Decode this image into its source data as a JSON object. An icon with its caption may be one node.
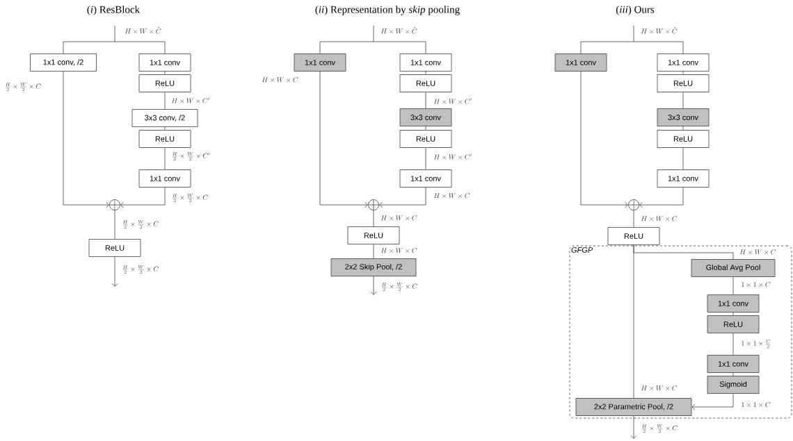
{
  "diagram": {
    "nodes": [
      {
        "text": [
          "1x1 conv, /2"
        ]
      },
      {
        "text": [
          "1x1 conv"
        ]
      },
      {
        "text": [
          "ReLU"
        ]
      },
      {
        "text": [
          "3x3 conv, /2"
        ]
      },
      {
        "text": [
          "ReLU"
        ]
      },
      {
        "text": [
          "1x1 conv"
        ]
      },
      {
        "text": [],
        "shape": "circle"
      },
      {
        "text": [
          "ReLU"
        ]
      },
      {
        "text": [
          "1x1 conv"
        ]
      },
      {
        "text": [
          "1x1 conv"
        ]
      },
      {
        "text": [
          "ReLU"
        ]
      },
      {
        "text": [
          "3x3 conv"
        ]
      },
      {
        "text": [
          "ReLU"
        ]
      },
      {
        "text": [
          "1x1 conv"
        ]
      },
      {
        "text": [],
        "shape": "circle"
      },
      {
        "text": [
          "ReLU"
        ]
      },
      {
        "text": [
          "2x2 Skip Pool, /2"
        ]
      },
      {
        "text": [
          "1x1 conv"
        ]
      },
      {
        "text": [
          "1x1 conv"
        ]
      },
      {
        "text": [
          "ReLU"
        ]
      },
      {
        "text": [
          "3x3 conv"
        ]
      },
      {
        "text": [
          "ReLU"
        ]
      },
      {
        "text": [
          "1x1 conv"
        ]
      },
      {
        "text": [],
        "shape": "circle"
      },
      {
        "text": [
          "ReLU"
        ]
      },
      {
        "text": [
          "GFGP"
        ]
      },
      {
        "text": [
          "Global Avg Pool"
        ],
        "in": 25
      },
      {
        "text": [
          "1x1 conv"
        ],
        "in": 25
      },
      {
        "text": [
          "ReLU"
        ],
        "in": 25
      },
      {
        "text": [
          "1x1 conv"
        ],
        "in": 25
      },
      {
        "text": [
          "Sigmoid"
        ],
        "in": 25
      },
      {
        "text": [
          "2x2 Parametric Pool, /2"
        ],
        "in": 25
      }
    ],
    "edges": [
      {
        "from": null,
        "to": 0,
        "arrow": "none",
        "label": "H \\times W \\times \\tilde{C}"
      },
      {
        "from": null,
        "to": 1,
        "arrow": "none"
      },
      {
        "from": 1,
        "to": 2,
        "arrow": "none"
      },
      {
        "from": 2,
        "to": 3,
        "arrow": "none",
        "label": "H \\times W \\times C'"
      },
      {
        "from": 3,
        "to": 4,
        "arrow": "none"
      },
      {
        "from": 4,
        "to": 5,
        "arrow": "none",
        "label": "\\frac{H}{2} \\times \\frac{W}{2} \\times C'"
      },
      {
        "from": 0,
        "to": 6,
        "arrow": "to",
        "label": "\\frac{H}{2} \\times \\frac{W}{2} \\times C"
      },
      {
        "from": 5,
        "to": 6,
        "arrow": "to",
        "label": "\\frac{H}{2} \\times \\frac{W}{2} \\times C"
      },
      {
        "from": 6,
        "to": 7,
        "arrow": "none",
        "label": "\\frac{H}{2} \\times \\frac{W}{2} \\times C"
      },
      {
        "from": 7,
        "to": null,
        "arrow": "to",
        "label": "\\frac{H}{2} \\times \\frac{W}{2} \\times C"
      },
      {
        "from": null,
        "to": 8,
        "arrow": "none",
        "label": "H \\times W \\times \\tilde{C}"
      },
      {
        "from": null,
        "to": 9,
        "arrow": "none"
      },
      {
        "from": 9,
        "to": 10,
        "arrow": "none"
      },
      {
        "from": 10,
        "to": 11,
        "arrow": "none",
        "label": "H \\times W \\times C'"
      },
      {
        "from": 11,
        "to": 12,
        "arrow": "none"
      },
      {
        "from": 12,
        "to": 13,
        "arrow": "none",
        "label": "H \\times W \\times C'"
      },
      {
        "from": 8,
        "to": 14,
        "arrow": "to",
        "label": "H \\times W \\times C"
      },
      {
        "from": 13,
        "to": 14,
        "arrow": "to",
        "label": "H \\times W \\times C"
      },
      {
        "from": 14,
        "to": 15,
        "arrow": "none",
        "label": "H \\times W \\times C"
      },
      {
        "from": 15,
        "to": 16,
        "arrow": "none",
        "label": "H \\times W \\times C"
      },
      {
        "from": 16,
        "to": null,
        "arrow": "to",
        "label": "\\frac{H}{2} \\times \\frac{W}{2} \\times C"
      },
      {
        "from": null,
        "to": 17,
        "arrow": "none",
        "label": "H \\times W \\times \\tilde{C}"
      },
      {
        "from": null,
        "to": 18,
        "arrow": "none"
      },
      {
        "from": 18,
        "to": 19,
        "arrow": "none"
      },
      {
        "from": 19,
        "to": 20,
        "arrow": "none"
      },
      {
        "from": 20,
        "to": 21,
        "arrow": "none"
      },
      {
        "from": 21,
        "to": 22,
        "arrow": "none"
      },
      {
        "from": 17,
        "to": 23,
        "arrow": "to"
      },
      {
        "from": 22,
        "to": 23,
        "arrow": "to"
      },
      {
        "from": 23,
        "to": 24,
        "arrow": "none",
        "label": "H \\times W \\times C"
      },
      {
        "from": 24,
        "to": 26,
        "arrow": "none",
        "label": "H \\times W \\times C"
      },
      {
        "from": 24,
        "to": 31,
        "arrow": "none",
        "label": "H \\times W \\times C"
      },
      {
        "from": 26,
        "to": 27,
        "arrow": "none",
        "label": "1 \\times 1 \\times C"
      },
      {
        "from": 27,
        "to": 28,
        "arrow": "none"
      },
      {
        "from": 28,
        "to": 29,
        "arrow": "none",
        "label": "1 \\times 1 \\times \\frac{C}{2}"
      },
      {
        "from": 29,
        "to": 30,
        "arrow": "none"
      },
      {
        "from": 30,
        "to": 31,
        "arrow": "to",
        "label": "1 \\times 1 \\times C"
      },
      {
        "from": 31,
        "to": null,
        "arrow": "to",
        "label": "\\frac{H}{2} \\times \\frac{W}{2} \\times C"
      }
    ],
    "labels": [
      "(*i*) ResBlock",
      "(*ii*) Representation by *skip* pooling",
      "(*iii*) Ours"
    ]
  }
}
